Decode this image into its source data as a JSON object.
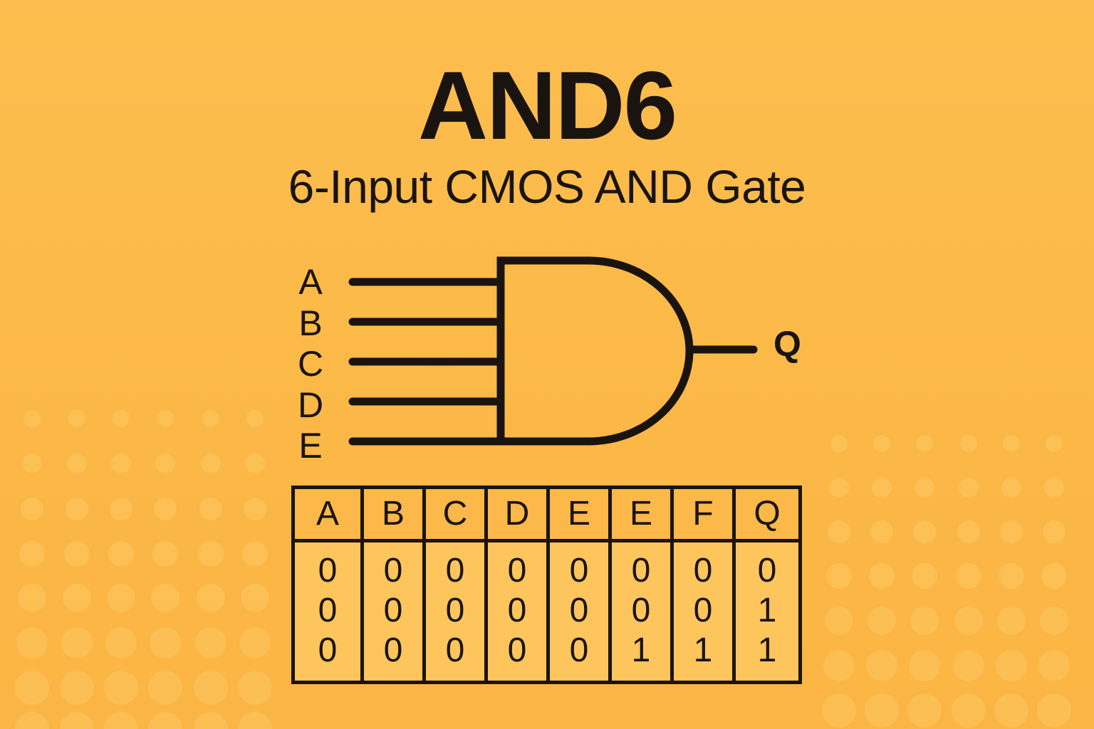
{
  "header": {
    "title": "AND6",
    "subtitle": "6-Input CMOS AND Gate"
  },
  "colors": {
    "background": "#FCBB4C",
    "ink": "#1a1410",
    "table_header_bg": "#FCB848",
    "table_body_bg": "#FDC55B"
  },
  "gate": {
    "type": "AND",
    "inputs": [
      {
        "label": "A"
      },
      {
        "label": "B"
      },
      {
        "label": "C"
      },
      {
        "label": "D"
      },
      {
        "label": "E"
      }
    ],
    "output": {
      "label": "Q"
    }
  },
  "truth_table": {
    "headers": [
      "A",
      "B",
      "C",
      "D",
      "E",
      "E",
      "F",
      "Q"
    ],
    "rows": [
      [
        "0",
        "0",
        "0",
        "0",
        "0",
        "0",
        "0",
        "0"
      ],
      [
        "0",
        "0",
        "0",
        "0",
        "0",
        "0",
        "0",
        "1"
      ],
      [
        "0",
        "0",
        "0",
        "0",
        "0",
        "1",
        "1",
        "1"
      ]
    ]
  }
}
